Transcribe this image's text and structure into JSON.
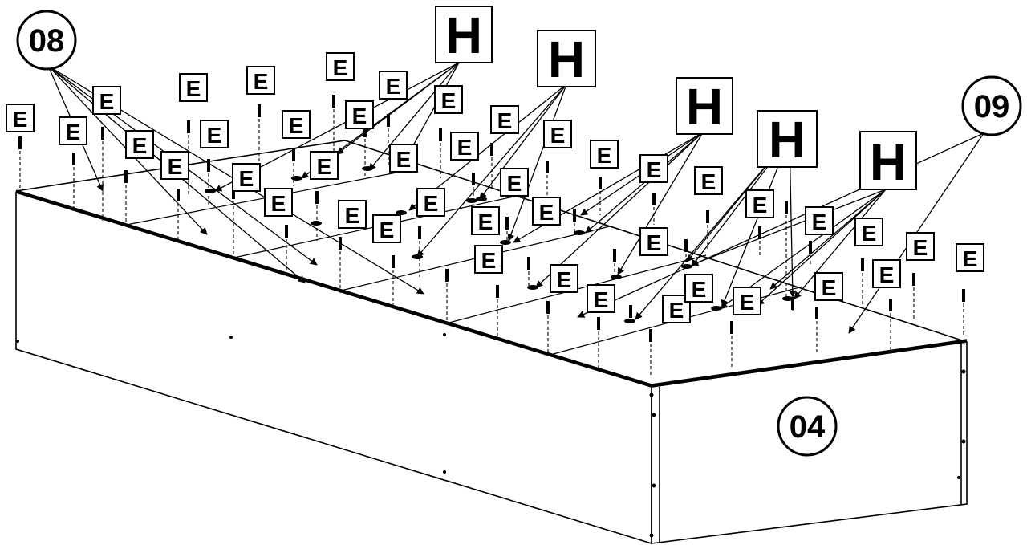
{
  "parts": [
    {
      "id": "part-08",
      "text": "08"
    },
    {
      "id": "part-09",
      "text": "09"
    },
    {
      "id": "part-04",
      "text": "04"
    }
  ],
  "hardware": {
    "screw_label": "E",
    "bracket_label": "H"
  },
  "colors": {
    "line": "#000000",
    "background": "#ffffff"
  }
}
